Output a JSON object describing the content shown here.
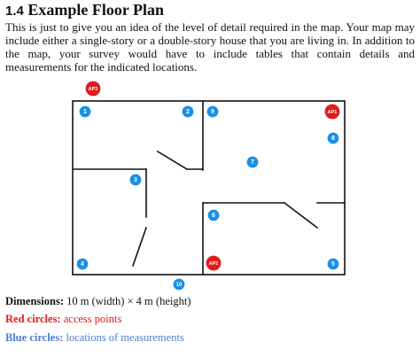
{
  "section": {
    "number": "1.4",
    "title": "Example Floor Plan"
  },
  "intro": "This is just to give you an idea of the level of detail required in the map. Your map may include either a single-story or a double-story house that you are living in. In addition to the map, your survey would have to include tables that contain details and measurements for the indicated locations.",
  "colors": {
    "access_point": "#e01b1b",
    "measurement": "#1a8fe3",
    "walls": "#111111"
  },
  "access_points": [
    {
      "label": "AP3"
    },
    {
      "label": "AP1"
    },
    {
      "label": "AP2"
    }
  ],
  "measurements": [
    {
      "label": "1"
    },
    {
      "label": "2"
    },
    {
      "label": "9"
    },
    {
      "label": "8"
    },
    {
      "label": "7"
    },
    {
      "label": "3"
    },
    {
      "label": "6"
    },
    {
      "label": "4"
    },
    {
      "label": "5"
    },
    {
      "label": "10"
    }
  ],
  "legend": {
    "dimensions_label": "Dimensions:",
    "dimensions_value": "10 m (width) × 4 m (height)",
    "red_label": "Red circles:",
    "red_value": "access points",
    "blue_label": "Blue circles:",
    "blue_value": "locations of measurements"
  }
}
